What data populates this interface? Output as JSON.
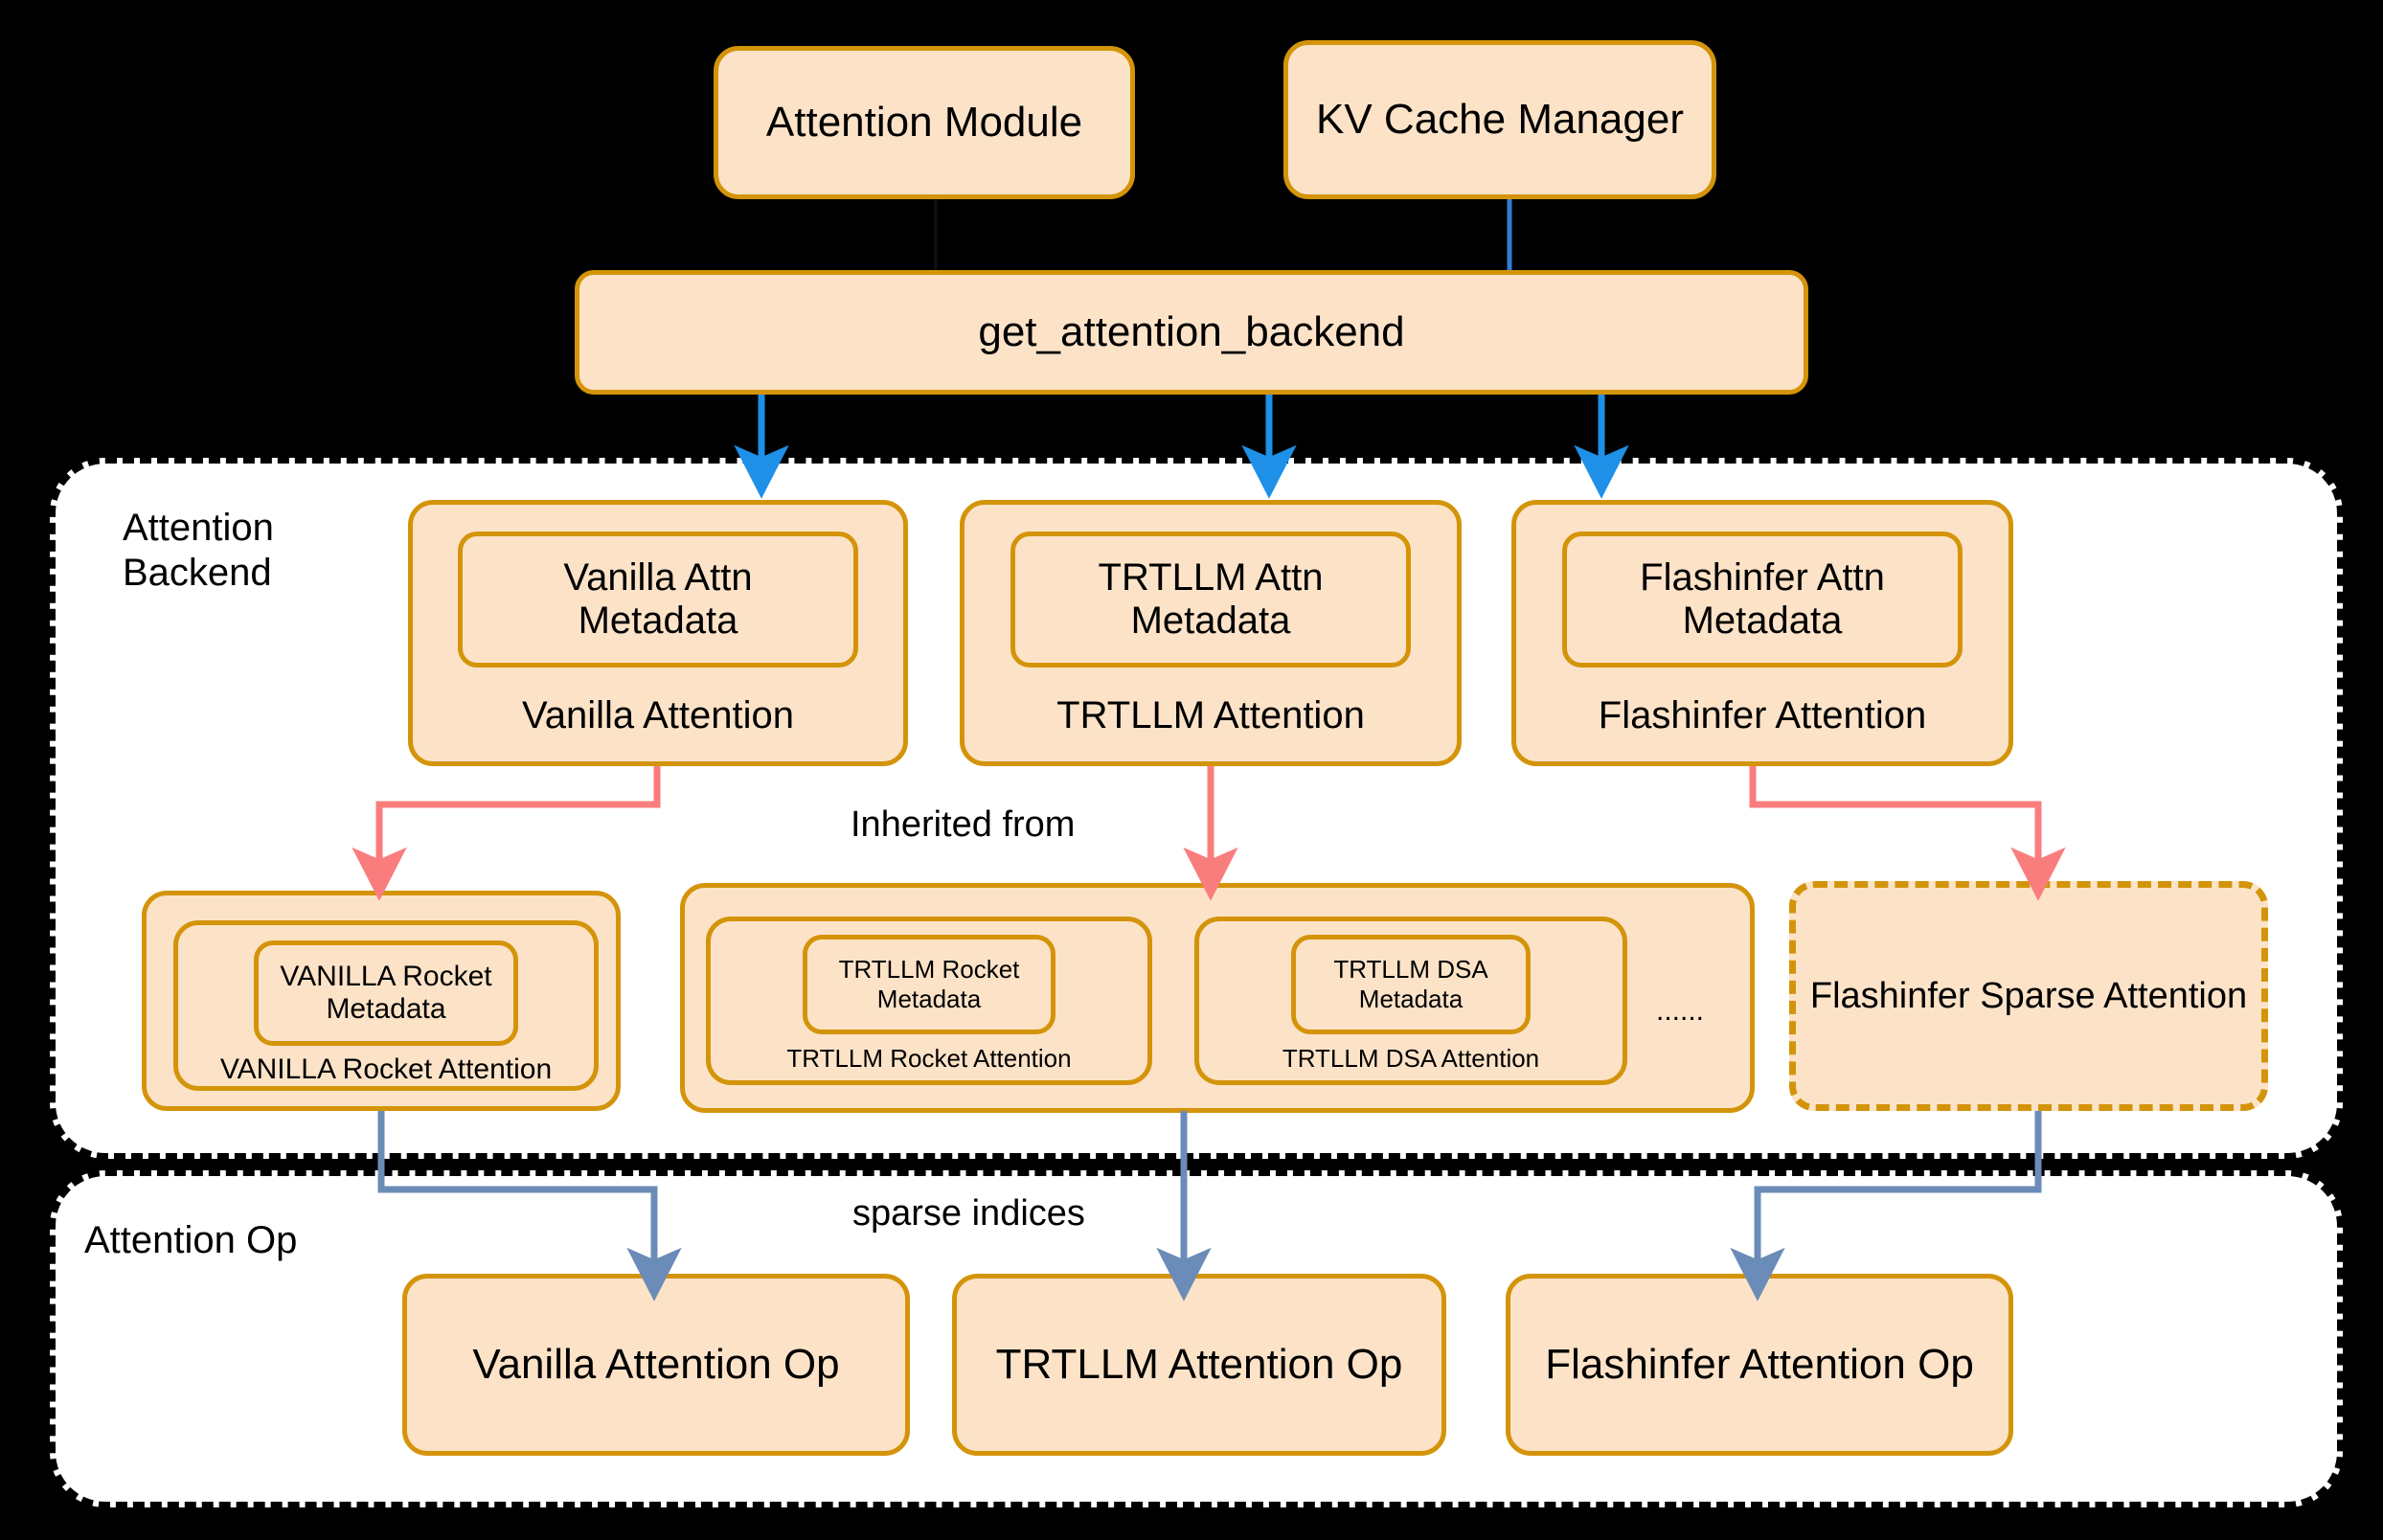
{
  "palette": {
    "page_background": "#000000",
    "node_fill": "#FCE3C8",
    "node_border": "#D4940A",
    "panel_fill": "#FFFFFF",
    "panel_border": "#000000",
    "dispatch_arrow": "#1E90E8",
    "inherit_arrow": "#FA7D7D",
    "sparse_arrow": "#6B8CB8"
  },
  "top": {
    "attention_module": "Attention Module",
    "kv_cache_manager": "KV Cache Manager",
    "dispatcher": "get_attention_backend"
  },
  "backend_panel": {
    "label": "Attention\nBackend",
    "backends": [
      {
        "metadata": "Vanilla Attn\nMetadata",
        "caption": "Vanilla Attention"
      },
      {
        "metadata": "TRTLLM Attn\nMetadata",
        "caption": "TRTLLM Attention"
      },
      {
        "metadata": "Flashinfer Attn\nMetadata",
        "caption": "Flashinfer Attention"
      }
    ],
    "inherited_label": "Inherited from",
    "sparse_groups": [
      {
        "items": [
          {
            "metadata": "VANILLA Rocket\nMetadata",
            "caption": "VANILLA Rocket Attention"
          }
        ],
        "ellipsis": ""
      },
      {
        "items": [
          {
            "metadata": "TRTLLM Rocket\nMetadata",
            "caption": "TRTLLM Rocket Attention"
          },
          {
            "metadata": "TRTLLM DSA\nMetadata",
            "caption": "TRTLLM DSA Attention"
          }
        ],
        "ellipsis": "......"
      }
    ],
    "flashinfer_sparse": "Flashinfer Sparse Attention"
  },
  "op_panel": {
    "label": "Attention Op",
    "edge_label": "sparse indices",
    "ops": [
      "Vanilla Attention Op",
      "TRTLLM Attention Op",
      "Flashinfer Attention Op"
    ]
  }
}
